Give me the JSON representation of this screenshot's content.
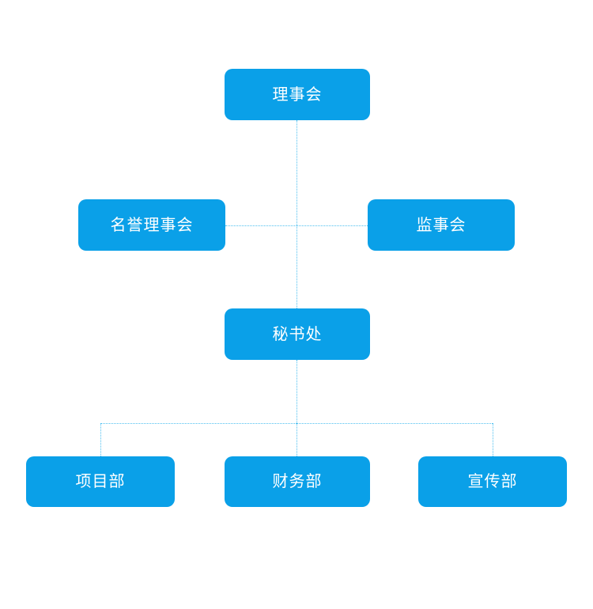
{
  "chart": {
    "type": "org-chart",
    "title": "",
    "background_color": "#FFFFFF",
    "node_color": "#0AA0E8",
    "node_text_color": "#FFFFFF",
    "connector_color": "#4FC0F0",
    "connector_style": "dotted"
  },
  "nodes": {
    "board": {
      "label": "理事会",
      "level": 1
    },
    "honorary_board": {
      "label": "名誉理事会",
      "level": 2
    },
    "supervisors": {
      "label": "监事会",
      "level": 2
    },
    "secretariat": {
      "label": "秘书处",
      "level": 3
    },
    "project_dept": {
      "label": "项目部",
      "level": 4
    },
    "finance_dept": {
      "label": "财务部",
      "level": 4
    },
    "publicity_dept": {
      "label": "宣传部",
      "level": 4
    }
  },
  "chart_data": {
    "type": "diagram",
    "diagram_type": "organizational-hierarchy",
    "levels": [
      {
        "level": 1,
        "labels": [
          "理事会"
        ]
      },
      {
        "level": 2,
        "labels": [
          "名誉理事会",
          "监事会"
        ]
      },
      {
        "level": 3,
        "labels": [
          "秘书处"
        ]
      },
      {
        "level": 4,
        "labels": [
          "项目部",
          "财务部",
          "宣传部"
        ]
      }
    ],
    "edges": [
      {
        "from": "理事会",
        "to": "名誉理事会"
      },
      {
        "from": "理事会",
        "to": "监事会"
      },
      {
        "from": "理事会",
        "to": "秘书处"
      },
      {
        "from": "秘书处",
        "to": "项目部"
      },
      {
        "from": "秘书处",
        "to": "财务部"
      },
      {
        "from": "秘书处",
        "to": "宣传部"
      }
    ]
  }
}
